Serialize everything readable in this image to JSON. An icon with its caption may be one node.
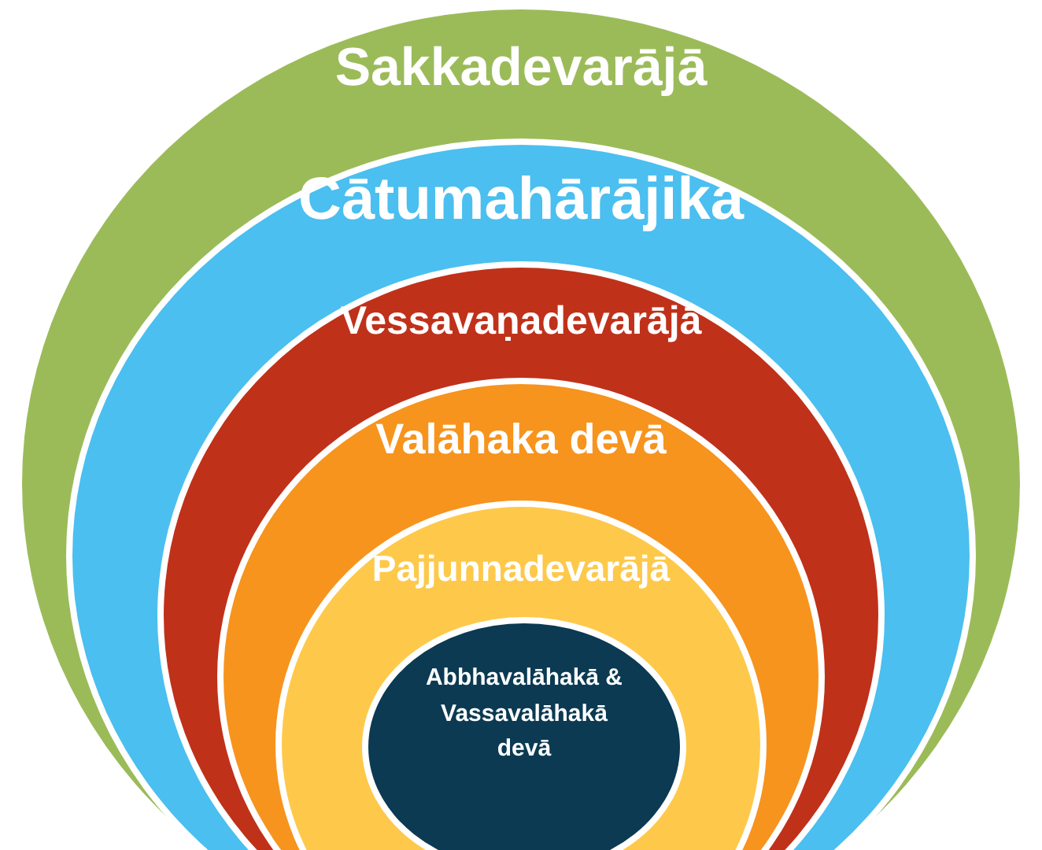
{
  "diagram": {
    "nodes": [
      {
        "text": [
          "Sakkadevarājā"
        ]
      },
      {
        "text": [
          "Cātumahārājika"
        ],
        "in": 0
      },
      {
        "text": [
          "Vessavaṇadevarājā"
        ],
        "in": 1
      },
      {
        "text": [
          "Valāhaka devā"
        ],
        "in": 2
      },
      {
        "text": [
          "Pajjunnadevarājā"
        ],
        "in": 3
      },
      {
        "text": [
          "Abbhavalāhakā & Vassavalāhakā devā"
        ],
        "in": 4
      }
    ]
  }
}
